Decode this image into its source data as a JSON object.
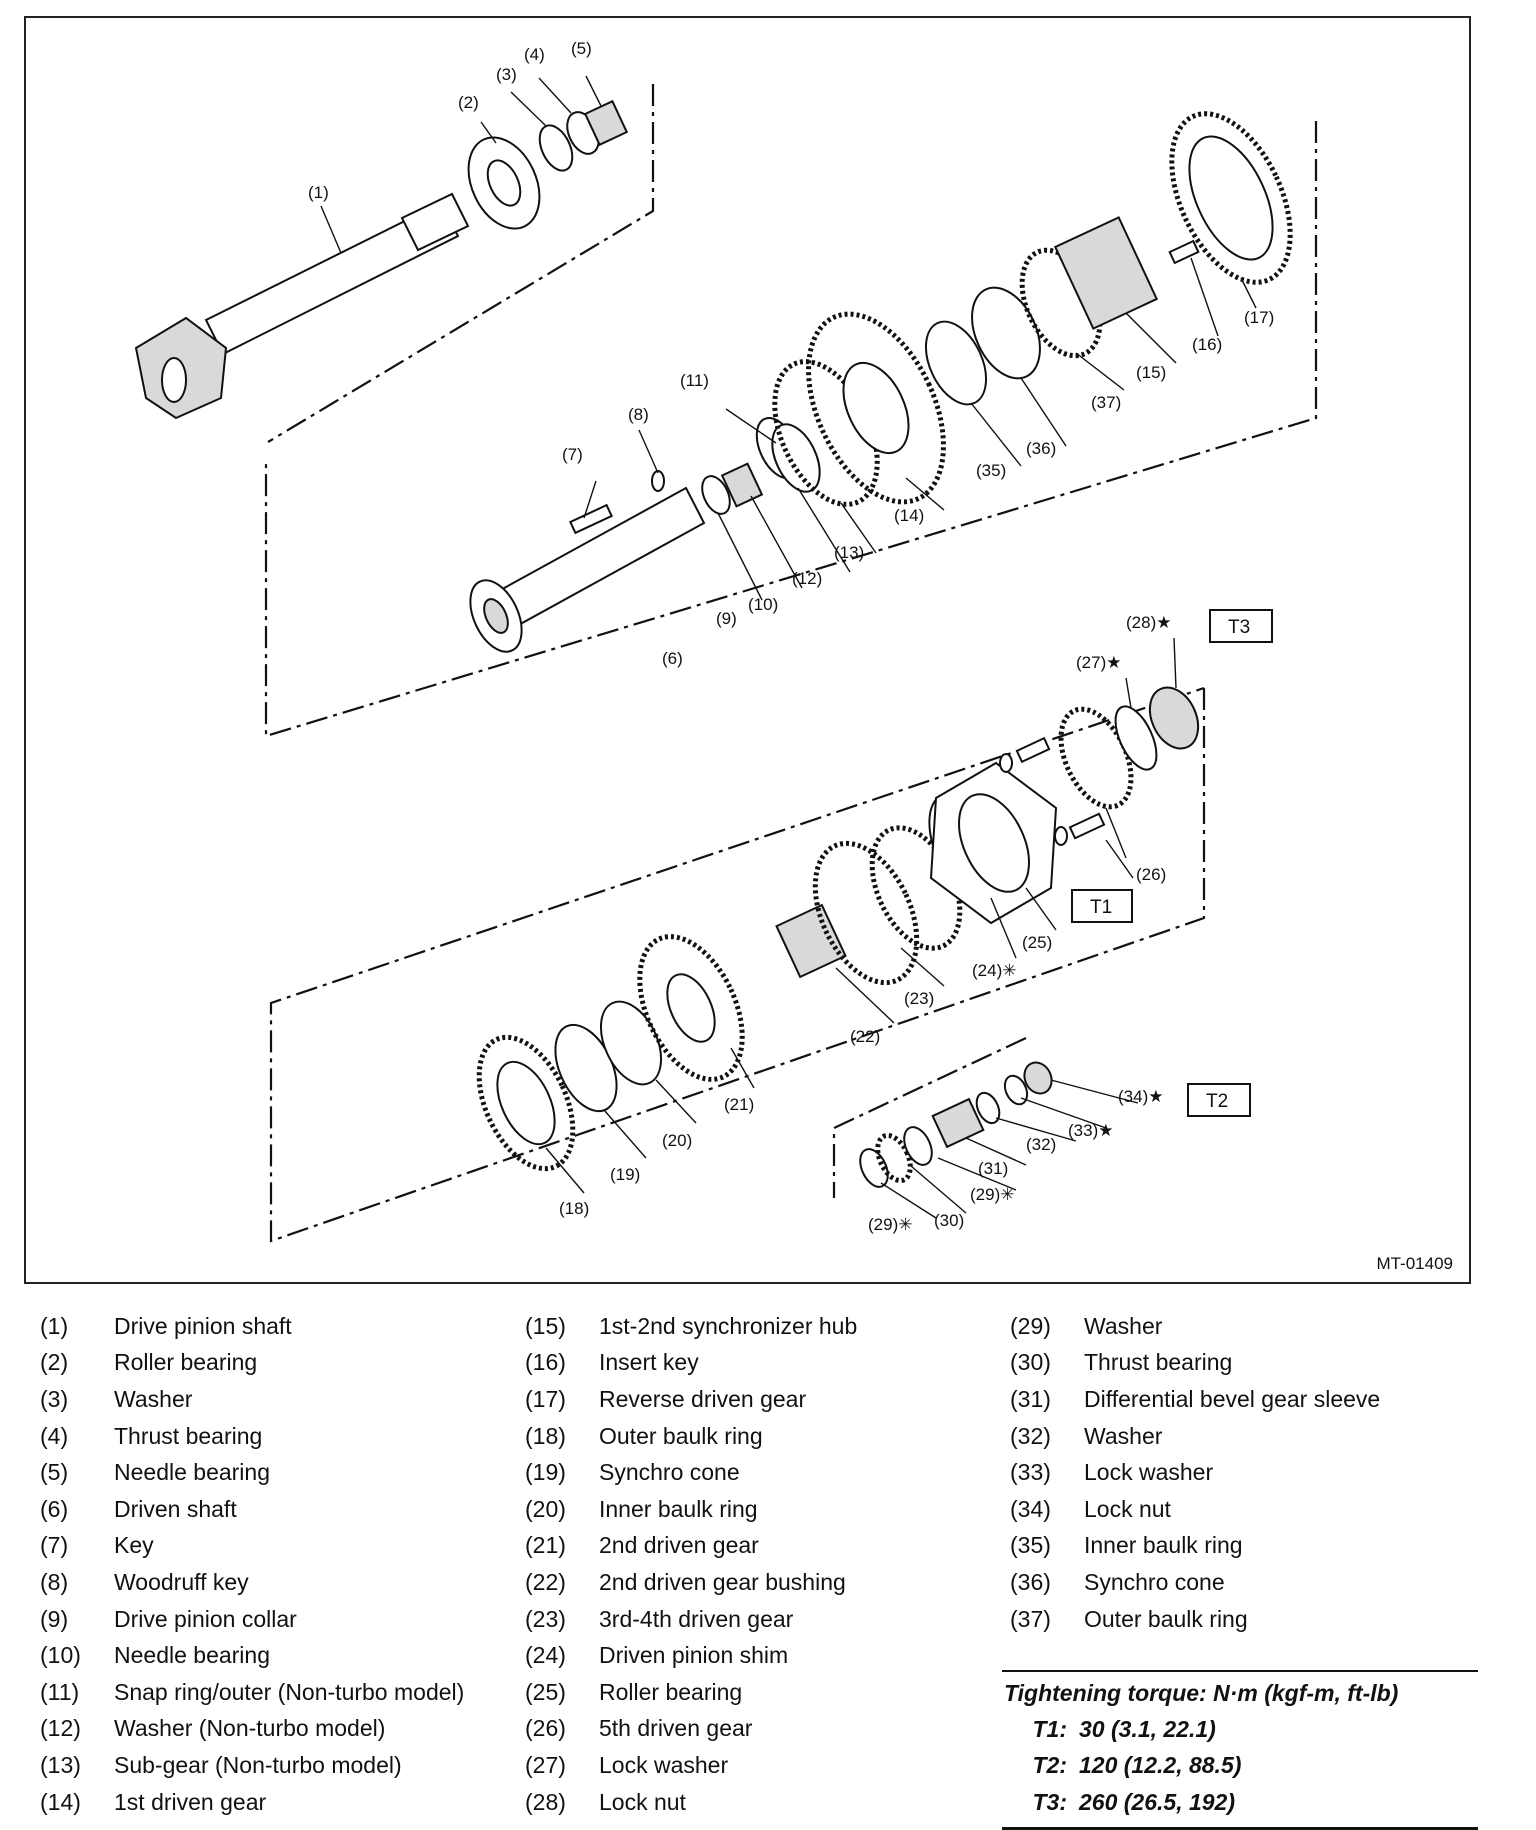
{
  "diagram": {
    "figure_code": "MT-01409",
    "torque_labels": [
      "T1",
      "T2",
      "T3"
    ],
    "callouts": [
      "(1)",
      "(2)",
      "(3)",
      "(4)",
      "(5)",
      "(6)",
      "(7)",
      "(8)",
      "(9)",
      "(10)",
      "(11)",
      "(12)",
      "(13)",
      "(14)",
      "(15)",
      "(16)",
      "(17)",
      "(18)",
      "(19)",
      "(20)",
      "(21)",
      "(22)",
      "(23)",
      "(24)✳",
      "(25)",
      "(26)",
      "(27)★",
      "(28)★",
      "(29)✳",
      "(29)✳",
      "(30)",
      "(31)",
      "(32)",
      "(33)★",
      "(34)★",
      "(35)",
      "(36)",
      "(37)"
    ]
  },
  "legend": {
    "col1": [
      {
        "num": "(1)",
        "name": "Drive pinion shaft"
      },
      {
        "num": "(2)",
        "name": "Roller bearing"
      },
      {
        "num": "(3)",
        "name": "Washer"
      },
      {
        "num": "(4)",
        "name": "Thrust bearing"
      },
      {
        "num": "(5)",
        "name": "Needle bearing"
      },
      {
        "num": "(6)",
        "name": "Driven shaft"
      },
      {
        "num": "(7)",
        "name": "Key"
      },
      {
        "num": "(8)",
        "name": "Woodruff key"
      },
      {
        "num": "(9)",
        "name": "Drive pinion collar"
      },
      {
        "num": "(10)",
        "name": "Needle bearing"
      },
      {
        "num": "(11)",
        "name": "Snap ring/outer (Non-turbo model)"
      },
      {
        "num": "(12)",
        "name": "Washer (Non-turbo model)"
      },
      {
        "num": "(13)",
        "name": "Sub-gear (Non-turbo model)"
      },
      {
        "num": "(14)",
        "name": "1st driven gear"
      }
    ],
    "col2": [
      {
        "num": "(15)",
        "name": "1st-2nd synchronizer hub"
      },
      {
        "num": "(16)",
        "name": "Insert key"
      },
      {
        "num": "(17)",
        "name": "Reverse driven gear"
      },
      {
        "num": "(18)",
        "name": "Outer baulk ring"
      },
      {
        "num": "(19)",
        "name": "Synchro cone"
      },
      {
        "num": "(20)",
        "name": "Inner baulk ring"
      },
      {
        "num": "(21)",
        "name": "2nd driven gear"
      },
      {
        "num": "(22)",
        "name": "2nd driven gear bushing"
      },
      {
        "num": "(23)",
        "name": "3rd-4th driven gear"
      },
      {
        "num": "(24)",
        "name": "Driven pinion shim"
      },
      {
        "num": "(25)",
        "name": "Roller bearing"
      },
      {
        "num": "(26)",
        "name": "5th driven gear"
      },
      {
        "num": "(27)",
        "name": "Lock washer"
      },
      {
        "num": "(28)",
        "name": "Lock nut"
      }
    ],
    "col3": [
      {
        "num": "(29)",
        "name": "Washer"
      },
      {
        "num": "(30)",
        "name": "Thrust bearing"
      },
      {
        "num": "(31)",
        "name": "Differential bevel gear sleeve"
      },
      {
        "num": "(32)",
        "name": "Washer"
      },
      {
        "num": "(33)",
        "name": "Lock washer"
      },
      {
        "num": "(34)",
        "name": "Lock nut"
      },
      {
        "num": "(35)",
        "name": "Inner baulk ring"
      },
      {
        "num": "(36)",
        "name": "Synchro cone"
      },
      {
        "num": "(37)",
        "name": "Outer baulk ring"
      }
    ]
  },
  "torque": {
    "title": "Tightening torque: N·m (kgf-m, ft-lb)",
    "rows": [
      {
        "code": "T1:",
        "value": "30 (3.1, 22.1)"
      },
      {
        "code": "T2:",
        "value": "120 (12.2, 88.5)"
      },
      {
        "code": "T3:",
        "value": "260 (26.5, 192)"
      }
    ]
  }
}
